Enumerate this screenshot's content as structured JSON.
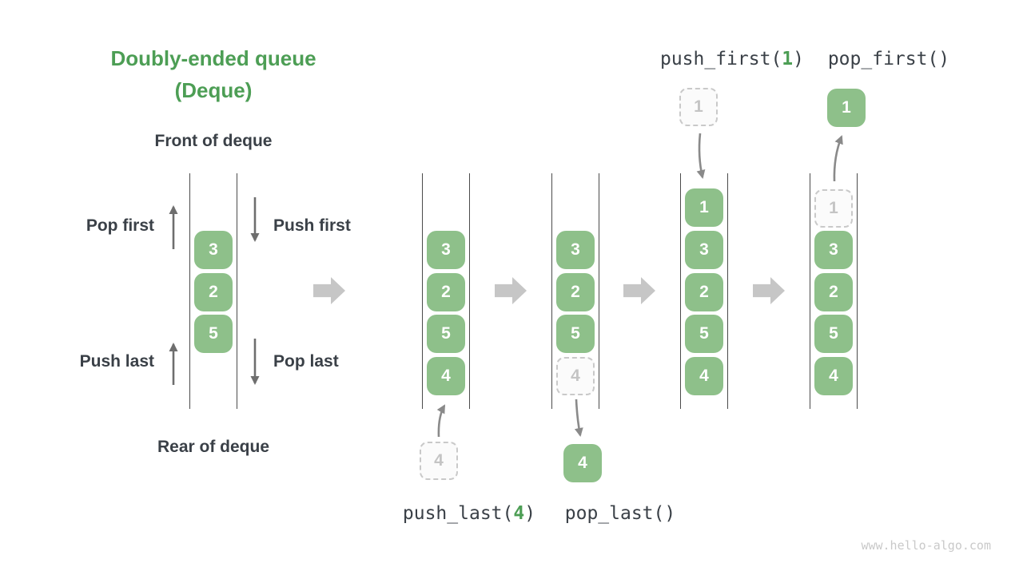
{
  "title": {
    "line1": "Doubly-ended queue",
    "line2": "(Deque)"
  },
  "front_label": "Front of deque",
  "rear_label": "Rear of deque",
  "side_labels": {
    "pop_first": "Pop first",
    "push_first": "Push first",
    "push_last": "Push last",
    "pop_last": "Pop last"
  },
  "operations": {
    "push_last": {
      "prefix": "push_last(",
      "arg": "4",
      "suffix": ")"
    },
    "pop_last": {
      "text": "pop_last()"
    },
    "push_first": {
      "prefix": "push_first(",
      "arg": "1",
      "suffix": ")"
    },
    "pop_first": {
      "text": "pop_first()"
    }
  },
  "queues": [
    {
      "name": "initial",
      "cells": [
        "3",
        "2",
        "5"
      ]
    },
    {
      "name": "after-push-last",
      "cells": [
        "3",
        "2",
        "5",
        "4"
      ],
      "floating": "4"
    },
    {
      "name": "after-pop-last",
      "cells": [
        "3",
        "2",
        "5"
      ],
      "ghost": "4",
      "floating": "4"
    },
    {
      "name": "after-push-first",
      "cells": [
        "1",
        "3",
        "2",
        "5",
        "4"
      ],
      "floating": "1"
    },
    {
      "name": "after-pop-first",
      "cells": [
        "3",
        "2",
        "5",
        "4"
      ],
      "ghost": "1",
      "floating": "1"
    }
  ],
  "watermark": "www.hello-algo.com",
  "colors": {
    "accent_green": "#4d9e55",
    "box_green": "#8ec08a",
    "dark_text": "#3a4047",
    "op_arrow_gray": "#6e6e6e",
    "transition_arrow_gray": "#c6c6c6",
    "ghost_gray": "#c4c4c4",
    "wall_gray": "#4b4b4b"
  }
}
